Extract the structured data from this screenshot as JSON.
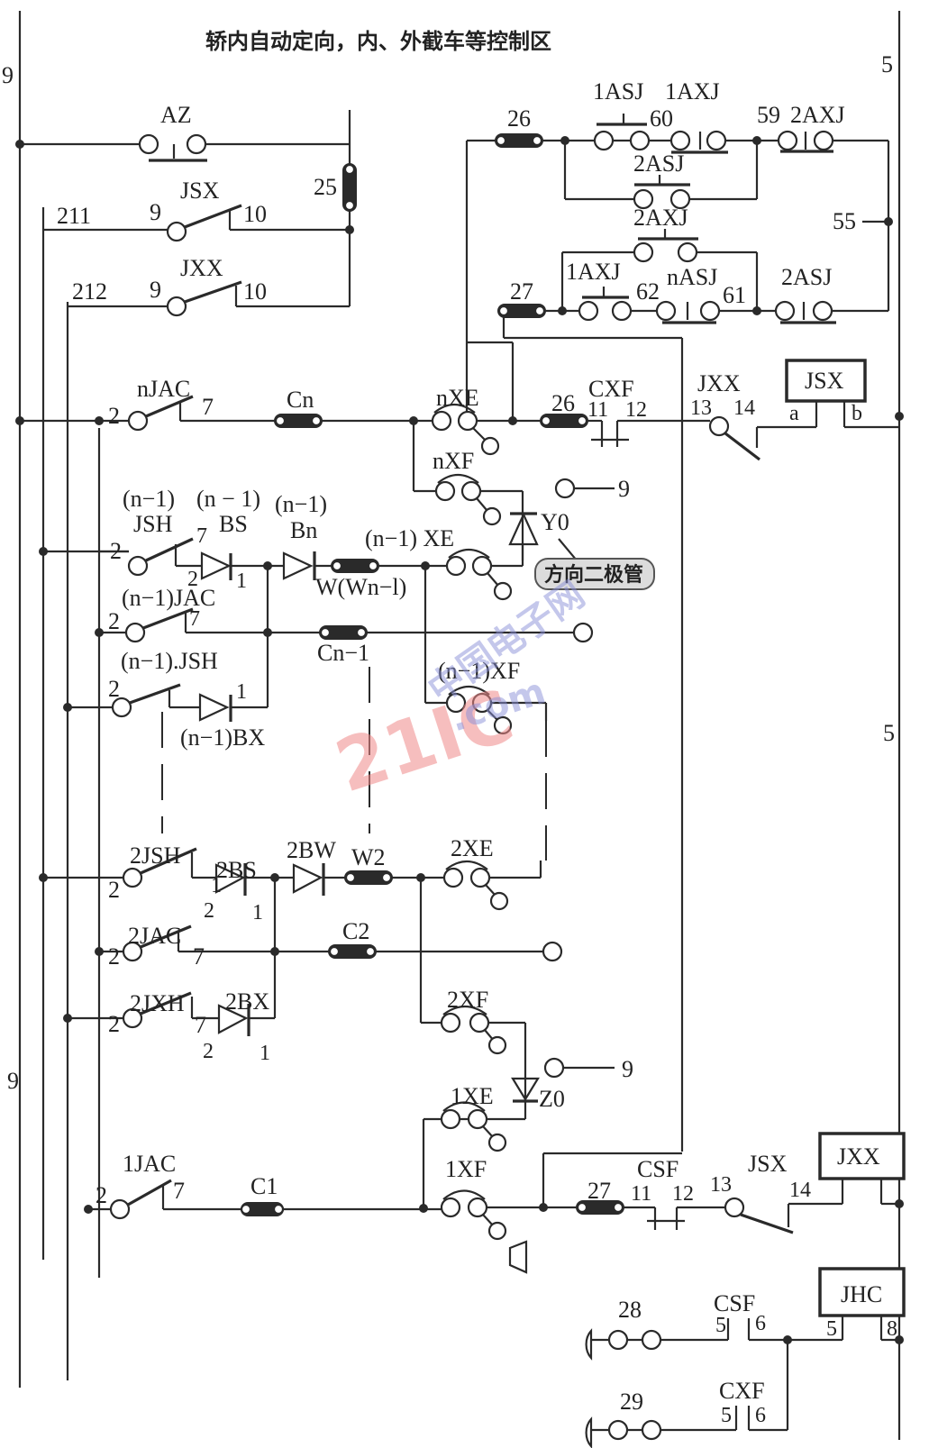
{
  "title": "轿内自动定向，内、外截车等控制区",
  "rails": {
    "left_top": "9",
    "left_bottom": "9",
    "right_top": "5",
    "right_mid": "5"
  },
  "top_section": {
    "az": "AZ",
    "coil25": "25",
    "w211": "211",
    "w212": "212",
    "jsx": {
      "name": "JSX",
      "p1": "9",
      "p2": "10"
    },
    "jxx": {
      "name": "JXX",
      "p1": "9",
      "p2": "10"
    }
  },
  "logic_block": {
    "r26": "26",
    "r27": "27",
    "asj1": "1ASJ",
    "axj1": "1AXJ",
    "n60": "60",
    "n59": "59",
    "axj2_top": "2AXJ",
    "asj2_mid": "2ASJ",
    "axj2_mid": "2AXJ",
    "n55": "55",
    "axj1_low": "1AXJ",
    "n62": "62",
    "nasj": "nASJ",
    "n61": "61",
    "asj2_low": "2ASJ"
  },
  "floor_n": {
    "njac": "nJAC",
    "p2": "2",
    "p7": "7",
    "cn": "Cn",
    "nxe": "nXE",
    "nxf": "nXF",
    "r26": "26",
    "cxf": "CXF",
    "p11": "11",
    "p12": "12",
    "jxx": "JXX",
    "p13": "13",
    "p14": "14",
    "relay": "JSX",
    "pa": "a",
    "pb": "b",
    "n9": "9",
    "y0": "Y0",
    "callout": "方向二极管"
  },
  "floor_n1": {
    "jsh_top": "(n−1)",
    "jsh": "JSH",
    "bs_top": "(n − 1)",
    "bs": "BS",
    "bn_top": "(n−1)",
    "bn": "Bn",
    "w": "W(Wn−l)",
    "xe": "(n−1) XE",
    "jac": "(n−1)JAC",
    "cn1": "Cn−1",
    "jsh2": "(n−1).JSH",
    "bx": "(n−1)BX",
    "xf": "(n−1)XF",
    "p2": "2",
    "p7": "7",
    "p1": "1"
  },
  "floor_2": {
    "jsh": "2JSH",
    "bs": "2BS",
    "bw": "2BW",
    "w2": "W2",
    "xe": "2XE",
    "jac": "2JAC",
    "c2": "C2",
    "jxh": "2JXH",
    "bx": "2BX",
    "xf": "2XF",
    "n9": "9",
    "z0": "Z0",
    "p2": "2",
    "p7": "7",
    "p1": "1"
  },
  "floor_1": {
    "xe": "1XE",
    "jac": "1JAC",
    "c1": "C1",
    "xf": "1XF",
    "r27": "27",
    "csf": "CSF",
    "p11": "11",
    "p12": "12",
    "jsx": "JSX",
    "p13": "13",
    "p14": "14",
    "relay": "JXX",
    "p2": "2",
    "p7": "7"
  },
  "bottom": {
    "n28": "28",
    "n29": "29",
    "csf": "CSF",
    "cxf": "CXF",
    "p5": "5",
    "p6": "6",
    "relay": "JHC",
    "r5": "5",
    "r8": "8"
  },
  "watermark": {
    "main": "21IC",
    "sub": "中国电子网",
    "dom": ".com"
  }
}
